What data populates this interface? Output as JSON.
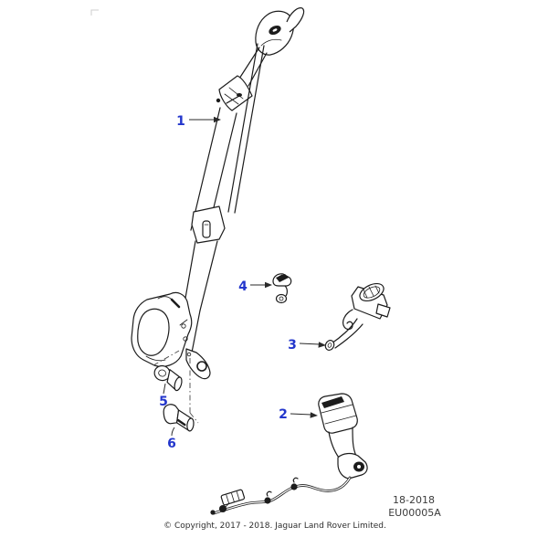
{
  "diagram": {
    "callouts": {
      "c1": "1",
      "c2": "2",
      "c3": "3",
      "c4": "4",
      "c5": "5",
      "c6": "6"
    },
    "codes": {
      "sheet_code": "18-2018",
      "drawing_code": "EU00005A"
    },
    "footer": {
      "copyright_line": "© Copyright, 2017 - 2018. Jaguar Land Rover Limited."
    },
    "colors": {
      "callout_blue": "#2336cc",
      "line_art": "#1c1c1c",
      "code_text": "#3b3b3b",
      "background": "#ffffff"
    }
  }
}
